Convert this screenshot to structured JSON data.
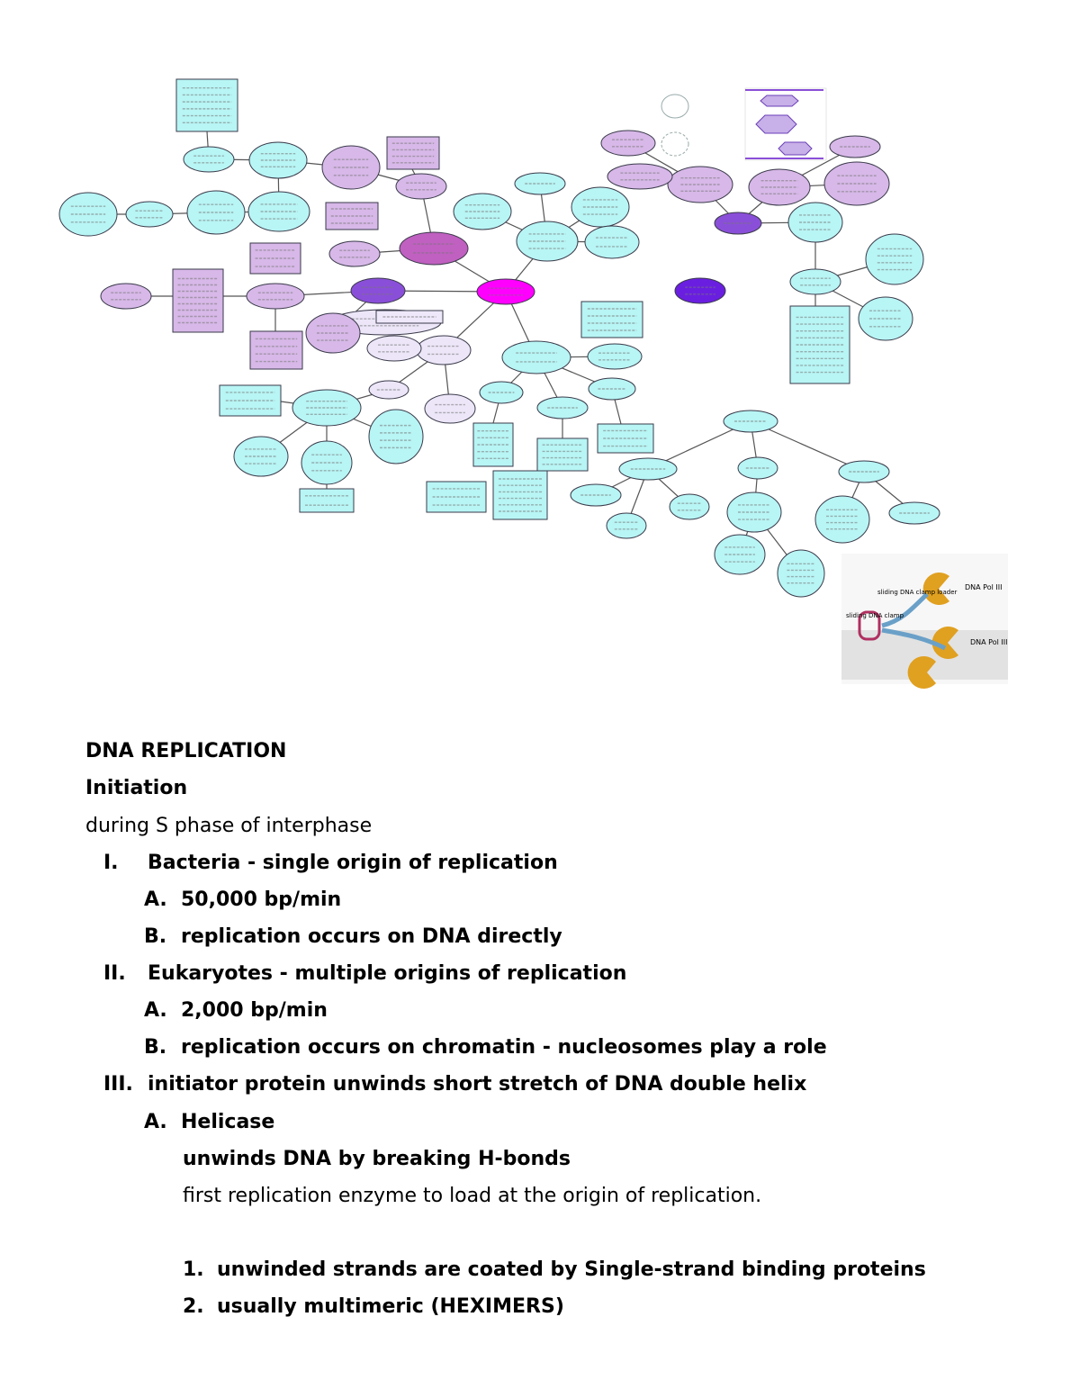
{
  "notes": {
    "title": "DNA REPLICATION",
    "subtitle": "Initiation",
    "intro": "during S phase of interphase",
    "items": [
      {
        "marker": "I.",
        "text": "Bacteria - single origin of replication",
        "bold": true
      },
      {
        "marker": "A.",
        "text": "50,000 bp/min",
        "bold": true
      },
      {
        "marker": "B.",
        "text": "replication occurs on DNA directly",
        "bold": true
      },
      {
        "marker": "II.",
        "text": "Eukaryotes - multiple origins of replication",
        "bold": true
      },
      {
        "marker": "A.",
        "text": "2,000 bp/min",
        "bold": true
      },
      {
        "marker": "B.",
        "text": "replication occurs on chromatin - nucleosomes play a role",
        "bold": true
      },
      {
        "marker": "III.",
        "text": "initiator protein unwinds short stretch of DNA double helix",
        "bold": true
      },
      {
        "marker": "A.",
        "text": "Helicase",
        "bold": true
      },
      {
        "marker": "",
        "text": "unwinds DNA by breaking H-bonds",
        "bold": true
      },
      {
        "marker": "",
        "text": "first replication enzyme to load at the origin of replication.",
        "bold": false
      },
      {
        "marker": "1.",
        "text": "unwinded strands are coated by Single-strand binding proteins",
        "bold": true
      },
      {
        "marker": "2.",
        "text": "usually multimeric (HEXIMERS)",
        "bold": true
      }
    ]
  },
  "figure": {
    "inset_labels": [
      "DNA Pol III",
      "DNA Pol III",
      "sliding DNA clamp loader",
      "sliding DNA clamp"
    ],
    "colors": {
      "center": "#ff00ff",
      "cyan": "#b8f5f5",
      "lilac": "#d7b8e8",
      "purple": "#8a4fd8",
      "violet": "#6a1fe0",
      "pink": "#c060c0",
      "gold": "#e0a020"
    }
  }
}
